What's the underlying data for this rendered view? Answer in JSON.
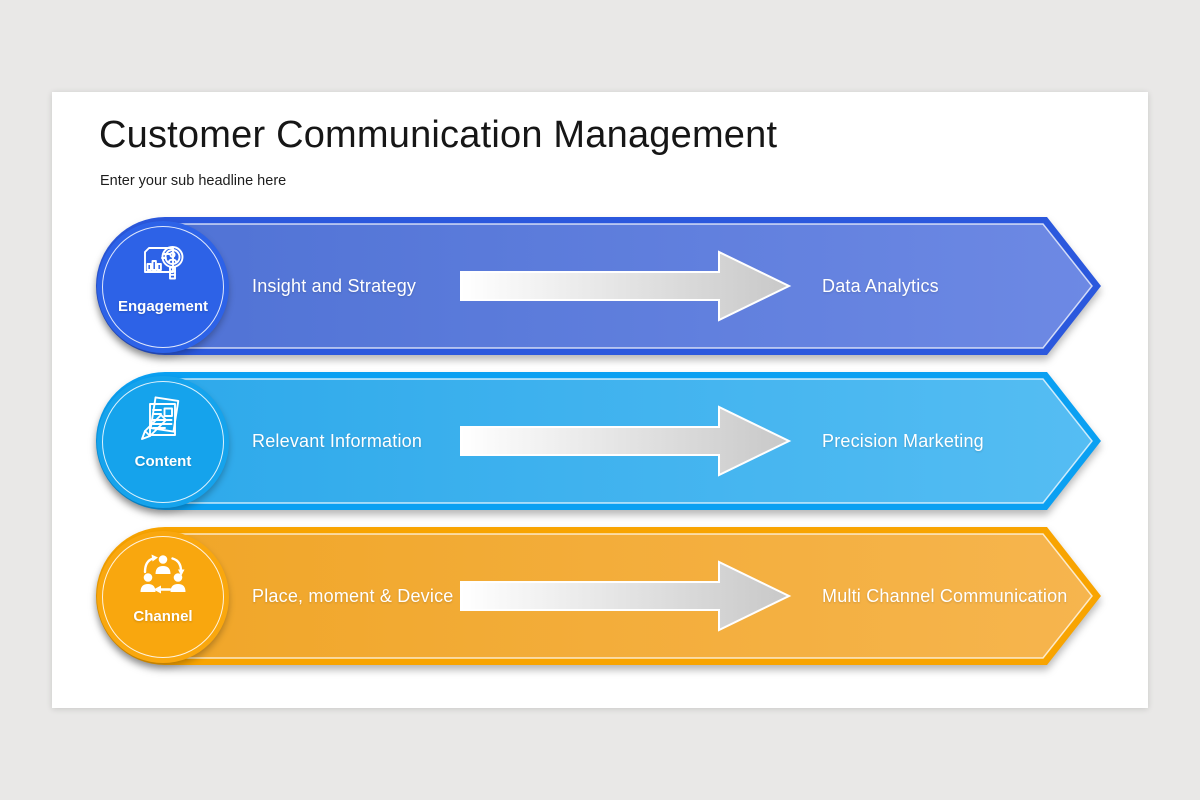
{
  "page": {
    "background": "#e9e8e7",
    "slide_background": "#ffffff"
  },
  "header": {
    "title": "Customer Communication Management",
    "subtitle": "Enter your sub headline here"
  },
  "rows": [
    {
      "badge_label": "Engagement",
      "icon": "analytics-magnifier-icon",
      "left_text": "Insight and Strategy",
      "right_text": "Data Analytics",
      "colors": {
        "border": "#2b58dd",
        "fill_start": "#4e71d4",
        "fill_end": "#6d89e4",
        "badge": "#2d62e7"
      }
    },
    {
      "badge_label": "Content",
      "icon": "documents-pencil-icon",
      "left_text": "Relevant Information",
      "right_text": "Precision Marketing",
      "colors": {
        "border": "#0aa0f2",
        "fill_start": "#2ba8ea",
        "fill_end": "#55bdf3",
        "badge": "#15a3ec"
      }
    },
    {
      "badge_label": "Channel",
      "icon": "people-network-icon",
      "left_text": "Place, moment & Device",
      "right_text": "Multi Channel Communication",
      "colors": {
        "border": "#f8a401",
        "fill_start": "#f0a526",
        "fill_end": "#f6b54e",
        "badge": "#f9a70e"
      }
    }
  ],
  "flow_arrow": {
    "fill_start": "#ffffff",
    "fill_end": "#c8c8c8",
    "outline": "#ffffff"
  }
}
